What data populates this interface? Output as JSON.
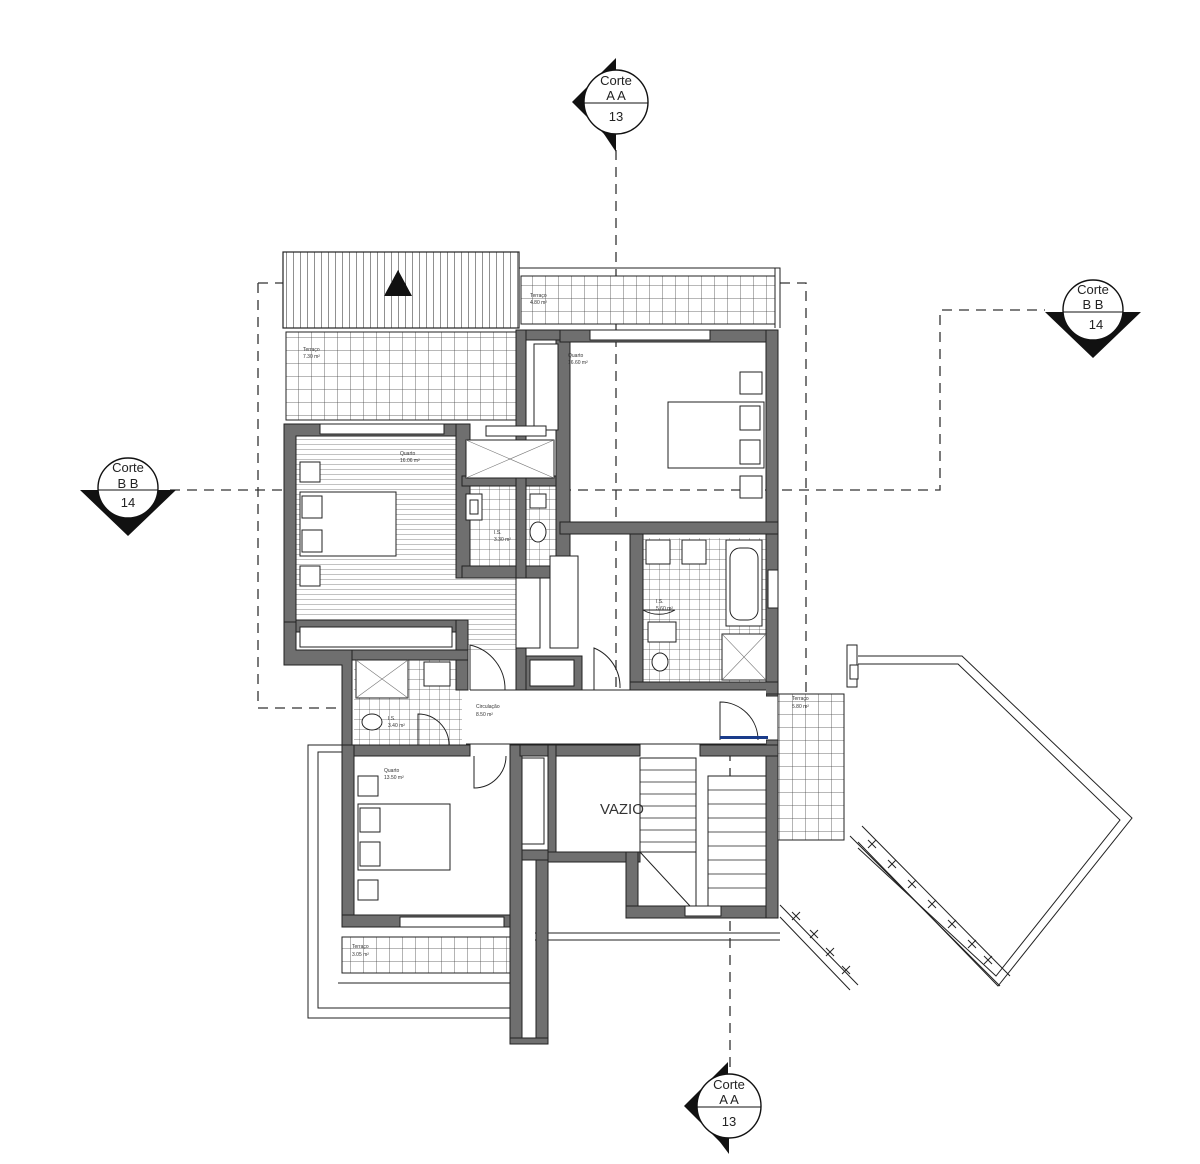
{
  "section_markers": [
    {
      "id": "top",
      "line1": "Corte",
      "line2": "A A",
      "sheet": "13"
    },
    {
      "id": "right",
      "line1": "Corte",
      "line2": "B B",
      "sheet": "14"
    },
    {
      "id": "left",
      "line1": "Corte",
      "line2": "B B",
      "sheet": "14"
    },
    {
      "id": "bottom",
      "line1": "Corte",
      "line2": "A A",
      "sheet": "13"
    }
  ],
  "rooms": {
    "terrace_top_left": {
      "name": "Terraço",
      "area": "7.30 m²"
    },
    "terrace_top_right": {
      "name": "Terraço",
      "area": "4.80 m²"
    },
    "bedroom_left": {
      "name": "Quarto",
      "area": "16.06 m²"
    },
    "bedroom_right": {
      "name": "Quarto",
      "area": "16.60 m²"
    },
    "wc_left": {
      "name": "I.S.",
      "area": "3.30 m²"
    },
    "wc_right": {
      "name": "I.S.",
      "area": "5.60 m²"
    },
    "wc_small": {
      "name": "I.S.",
      "area": "3.40 m²"
    },
    "circulation": {
      "name": "Circulação",
      "area": "8.50 m²"
    },
    "terrace_right": {
      "name": "Terraço",
      "area": "5.80 m²"
    },
    "bedroom_bottom": {
      "name": "Quarto",
      "area": "13.50 m²"
    },
    "terrace_bottom": {
      "name": "Terraço",
      "area": "3.05 m²"
    },
    "void": {
      "name": "VAZIO"
    }
  }
}
